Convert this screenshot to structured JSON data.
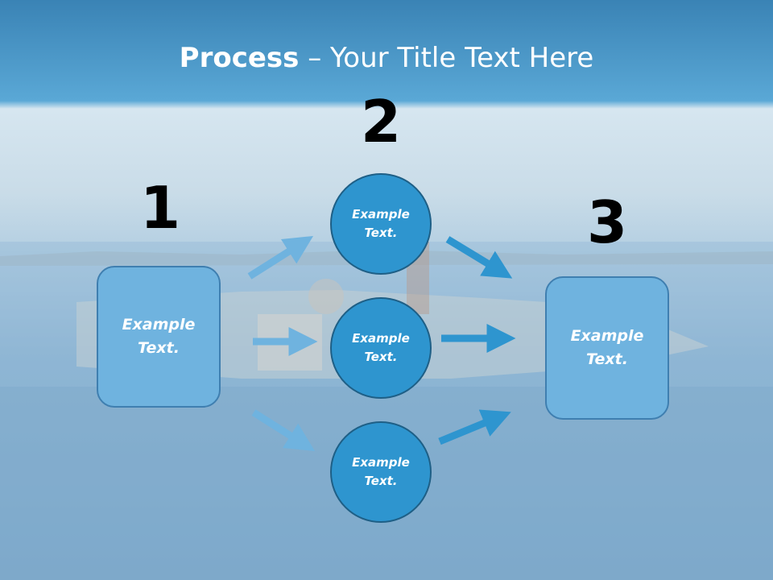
{
  "title": {
    "bold": "Process",
    "dash": "–",
    "rest": "Your Title Text Here"
  },
  "steps": {
    "one": "1",
    "two": "2",
    "three": "3"
  },
  "boxes": {
    "left": "Example Text.",
    "right": "Example Text."
  },
  "circles": {
    "top": "Example Text.",
    "middle": "Example Text.",
    "bottom": "Example Text."
  },
  "colors": {
    "box_fill": "#6fb3df",
    "circle_fill": "#2e95cf",
    "arrow_light": "#6fb3df",
    "arrow_dark": "#2e95cf",
    "title_bar": "#3a83b5"
  }
}
